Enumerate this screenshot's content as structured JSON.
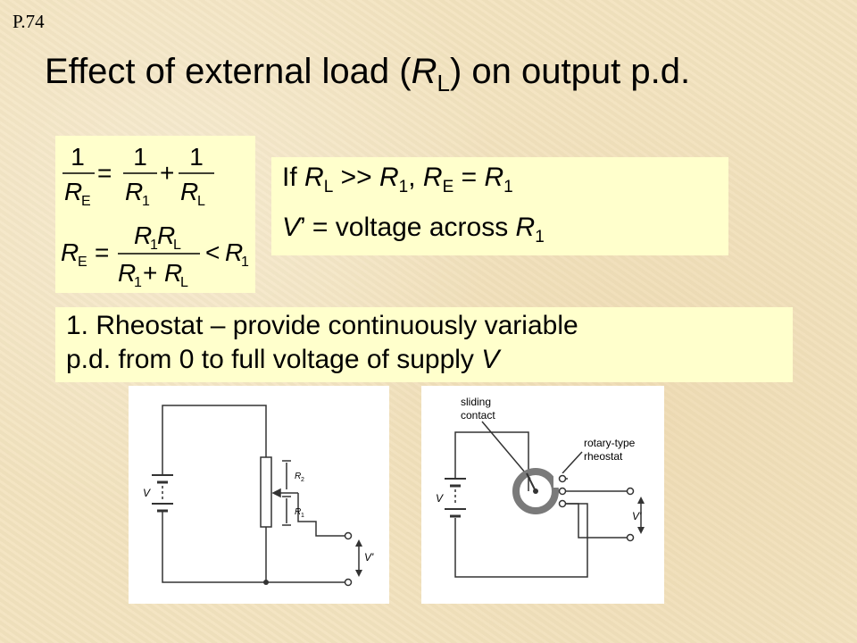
{
  "page_number": "P.74",
  "title": {
    "prefix": "Effect of external load (",
    "symbol": "R",
    "subscript": "L",
    "suffix": ") on output p.d."
  },
  "equations": {
    "eq1": {
      "numerator": "1",
      "lhs_symbol": "R",
      "lhs_sub": "E",
      "equals": "=",
      "plus": "+",
      "t1_symbol": "R",
      "t1_sub": "1",
      "t2_symbol": "R",
      "t2_sub": "L"
    },
    "eq2": {
      "lhs_symbol": "R",
      "lhs_sub": "E",
      "equals": "=",
      "num_a": "R",
      "num_a_sub": "1",
      "num_b": "R",
      "num_b_sub": "L",
      "den_a": "R",
      "den_a_sub": "1",
      "den_plus": "+",
      "den_b": "R",
      "den_b_sub": "L",
      "less_than": "<",
      "rhs_symbol": "R",
      "rhs_sub": "1"
    }
  },
  "condition": {
    "line1": {
      "if": "If ",
      "rl": "R",
      "rl_sub": "L",
      "op": " >> ",
      "r1": "R",
      "r1_sub": "1",
      "comma": ", ",
      "re": "R",
      "re_sub": "E",
      "eq": " = ",
      "r1b": "R",
      "r1b_sub": "1"
    },
    "line2": {
      "v": "V",
      "rest": "’ = voltage across ",
      "r": "R",
      "r_sub": "1"
    }
  },
  "rheostat": {
    "line1": "1. Rheostat – provide continuously variable",
    "line2_text": "p.d. from 0 to full voltage of supply ",
    "line2_symbol": "V"
  },
  "figure_left": {
    "supply_label": "V",
    "r2_label": "R",
    "r2_sub": "2",
    "r1_label": "R",
    "r1_sub": "1",
    "output_label": "V'"
  },
  "figure_right": {
    "sliding_line1": "sliding",
    "sliding_line2": "contact",
    "rotary_line1": "rotary-type",
    "rotary_line2": "rheostat",
    "supply_label": "V",
    "output_label": "V'"
  }
}
